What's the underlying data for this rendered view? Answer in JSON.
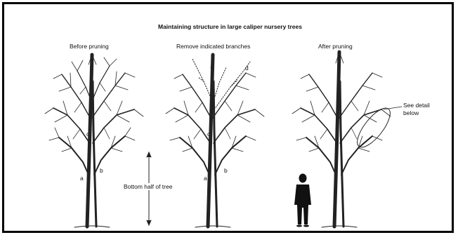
{
  "title": "Maintaining structure in large caliper nursery trees",
  "panels": {
    "before": "Before pruning",
    "remove": "Remove indicated branches",
    "after": "After pruning"
  },
  "labels": {
    "a1": "a",
    "b1": "b",
    "c1": "c",
    "a2": "a",
    "b2": "b",
    "c2": "c",
    "d2": "d",
    "bottom_half": "Bottom half of tree",
    "see_detail_1": "See detail",
    "see_detail_2": "below"
  }
}
